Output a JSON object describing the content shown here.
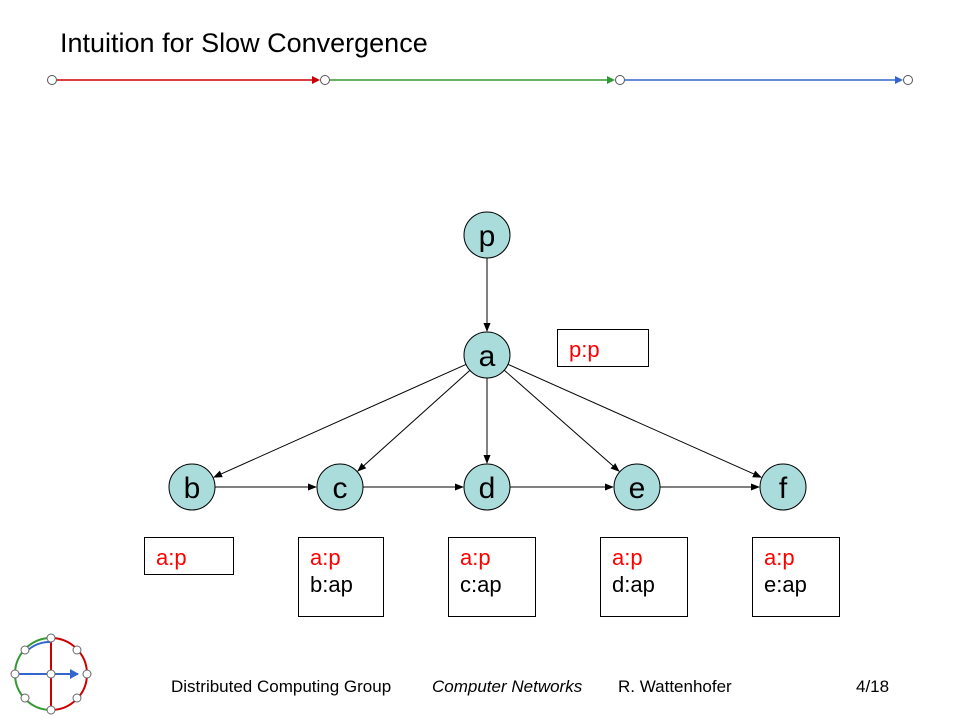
{
  "title": "Intuition for Slow Convergence",
  "header_bar": {
    "colors": [
      "#cc0000",
      "#339933",
      "#3366cc"
    ]
  },
  "diagram": {
    "node_fill": "#aadcdc",
    "nodes": [
      {
        "id": "p",
        "label": "p"
      },
      {
        "id": "a",
        "label": "a"
      },
      {
        "id": "b",
        "label": "b"
      },
      {
        "id": "c",
        "label": "c"
      },
      {
        "id": "d",
        "label": "d"
      },
      {
        "id": "e",
        "label": "e"
      },
      {
        "id": "f",
        "label": "f"
      }
    ],
    "edges": [
      {
        "from": "p",
        "to": "a"
      },
      {
        "from": "a",
        "to": "b"
      },
      {
        "from": "a",
        "to": "c"
      },
      {
        "from": "a",
        "to": "d"
      },
      {
        "from": "a",
        "to": "e"
      },
      {
        "from": "a",
        "to": "f"
      },
      {
        "from": "b",
        "to": "c"
      },
      {
        "from": "c",
        "to": "d"
      },
      {
        "from": "d",
        "to": "e"
      },
      {
        "from": "e",
        "to": "f"
      }
    ],
    "tables": {
      "a": {
        "lines": [
          {
            "text": "p:p",
            "new": true
          }
        ]
      },
      "b": {
        "lines": [
          {
            "text": "a:p",
            "new": true
          }
        ]
      },
      "c": {
        "lines": [
          {
            "text": "a:p",
            "new": true
          },
          {
            "text": "b:ap",
            "new": false
          }
        ]
      },
      "d": {
        "lines": [
          {
            "text": "a:p",
            "new": true
          },
          {
            "text": "c:ap",
            "new": false
          }
        ]
      },
      "e": {
        "lines": [
          {
            "text": "a:p",
            "new": true
          },
          {
            "text": "d:ap",
            "new": false
          }
        ]
      },
      "f": {
        "lines": [
          {
            "text": "a:p",
            "new": true
          },
          {
            "text": "e:ap",
            "new": false
          }
        ]
      }
    }
  },
  "footer": {
    "group": "Distributed Computing Group",
    "course": "Computer Networks",
    "author": "R. Wattenhofer",
    "page": "4/18"
  }
}
